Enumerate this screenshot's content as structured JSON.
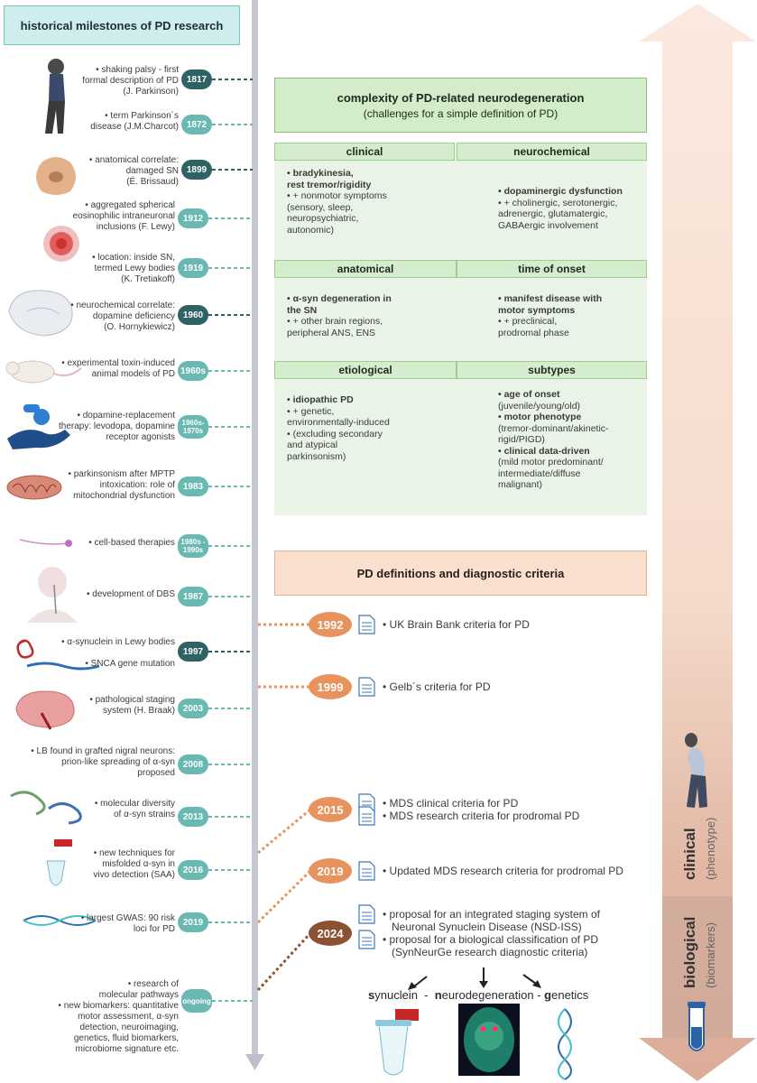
{
  "left_title": "historical milestones of PD research",
  "milestones": [
    {
      "year": "1817",
      "style": "dark",
      "lines": [
        "• shaking palsy - first",
        "formal description of PD",
        "(J. Parkinson)"
      ]
    },
    {
      "year": "1872",
      "style": "light",
      "lines": [
        "• term Parkinson´s",
        "disease (J.M.Charcot)"
      ]
    },
    {
      "year": "1899",
      "style": "dark",
      "lines": [
        "• anatomical correlate:",
        "damaged SN",
        "(É. Brissaud)"
      ]
    },
    {
      "year": "1912",
      "style": "light",
      "lines": [
        "• aggregated spherical",
        "eosinophilic intraneuronal",
        "inclusions (F. Lewy)"
      ]
    },
    {
      "year": "1919",
      "style": "light",
      "lines": [
        "• location: inside SN,",
        "termed Lewy bodies",
        "(K. Tretiakoff)"
      ]
    },
    {
      "year": "1960",
      "style": "dark",
      "lines": [
        "• neurochemical correlate:",
        "dopamine deficiency",
        "(O. Hornykiewicz)"
      ]
    },
    {
      "year": "1960s",
      "style": "light",
      "lines": [
        "• experimental toxin-induced",
        "animal models of PD"
      ]
    },
    {
      "year": "1960s-1970s",
      "style": "light",
      "lines": [
        "• dopamine-replacement",
        "therapy: levodopa,  dopamine",
        "receptor agonists"
      ]
    },
    {
      "year": "1983",
      "style": "light",
      "lines": [
        "• parkinsonism after MPTP",
        "intoxication: role of",
        "mitochondrial dysfunction"
      ]
    },
    {
      "year": "1980s - 1990s",
      "style": "light",
      "lines": [
        "• cell-based therapies"
      ]
    },
    {
      "year": "1987",
      "style": "light",
      "lines": [
        "• development of DBS"
      ]
    },
    {
      "year": "1997",
      "style": "dark",
      "lines": [
        "• α-synuclein in Lewy bodies",
        "",
        "• SNCA gene mutation"
      ]
    },
    {
      "year": "2003",
      "style": "light",
      "lines": [
        "• pathological staging",
        "system (H. Braak)"
      ]
    },
    {
      "year": "2008",
      "style": "light",
      "lines": [
        "• LB found in grafted nigral neurons:",
        "prion-like spreading of  α-syn",
        "proposed"
      ]
    },
    {
      "year": "2013",
      "style": "light",
      "lines": [
        "• molecular diversity",
        "of α-syn strains"
      ]
    },
    {
      "year": "2016",
      "style": "light",
      "lines": [
        "• new techniques for",
        "misfolded α-syn in",
        "vivo detection (SAA)"
      ]
    },
    {
      "year": "2019",
      "style": "light",
      "lines": [
        "• largest GWAS: 90 risk",
        "loci for PD"
      ]
    },
    {
      "year": "ongoing",
      "style": "light",
      "lines": [
        "• research of",
        "molecular pathways",
        "• new biomarkers: quantitative",
        "motor assessment, α-syn",
        "detection, neuroimaging,",
        "genetics, fluid biomarkers,",
        "microbiome signature etc."
      ]
    }
  ],
  "complexity": {
    "title": "complexity of PD-related neurodegeneration",
    "subtitle": "(challenges for a simple definition of PD)",
    "categories": [
      {
        "name": "clinical",
        "bold": [
          "• bradykinesia,",
          "rest tremor/rigidity"
        ],
        "normal": [
          "• + nonmotor symptoms",
          "(sensory, sleep,",
          "neuropsychiatric,",
          "autonomic)"
        ]
      },
      {
        "name": "neurochemical",
        "bold": [
          "• dopaminergic dysfunction"
        ],
        "normal": [
          "• + cholinergic, serotonergic,",
          "adrenergic, glutamatergic,",
          "GABAergic involvement"
        ]
      },
      {
        "name": "anatomical",
        "bold": [
          "• α-syn degeneration in",
          "the SN"
        ],
        "normal": [
          "• + other brain regions,",
          "peripheral ANS, ENS"
        ]
      },
      {
        "name": "time of onset",
        "bold": [
          "• manifest disease with",
          "motor symptoms"
        ],
        "normal": [
          "• + preclinical,",
          "prodromal phase"
        ]
      },
      {
        "name": "etiological",
        "bold": [
          "• idiopathic PD"
        ],
        "normal": [
          "• + genetic,",
          "environmentally-induced",
          "• (excluding secondary",
          "and atypical",
          "parkinsonism)"
        ]
      },
      {
        "name": "subtypes",
        "bold": [],
        "normal": []
      }
    ],
    "subtypes_lines": [
      {
        "b": "• age of onset",
        "n": [
          "(juvenile/young/old)"
        ]
      },
      {
        "b": "• motor phenotype",
        "n": [
          "(tremor-dominant/akinetic-",
          "rigid/PIGD)"
        ]
      },
      {
        "b": "• clinical data-driven",
        "n": [
          "(mild motor predominant/",
          "intermediate/diffuse",
          "malignant)"
        ]
      }
    ]
  },
  "definitions": {
    "title": "PD definitions and diagnostic criteria",
    "items": [
      {
        "year": "1992",
        "color": "#e8935d",
        "texts": [
          "• UK Brain Bank criteria for PD"
        ]
      },
      {
        "year": "1999",
        "color": "#e8935d",
        "texts": [
          "• Gelb´s criteria for PD"
        ]
      },
      {
        "year": "2015",
        "color": "#e8935d",
        "texts": [
          "• MDS clinical criteria for PD",
          "• MDS research criteria for prodromal PD"
        ]
      },
      {
        "year": "2019",
        "color": "#e8935d",
        "texts": [
          "• Updated MDS research criteria for prodromal PD"
        ]
      },
      {
        "year": "2024",
        "color": "#8a5233",
        "texts": [
          "• proposal for an integrated staging system of",
          "Neuronal Synuclein Disease (NSD-ISS)",
          "• proposal for a biological classification of PD",
          "(SynNeurGe research diagnostic criteria)"
        ]
      }
    ],
    "synneurge": {
      "s": "s",
      "s_rest": "ynuclein",
      "dash1": "  -  ",
      "n": "n",
      "n_rest": "eurodegeneration",
      "dash2": " - ",
      "g": "g",
      "g_rest": "enetics"
    }
  },
  "right_arrow": {
    "clinical": "clinical",
    "clinical_sub": "(phenotype)",
    "biological": "biological",
    "biological_sub": "(biomarkers)"
  },
  "colors": {
    "teal_dark": "#2f6265",
    "teal_light": "#69b8b1",
    "green_header": "#d3ecca",
    "orange_header": "#f8dfce",
    "orange_oval": "#e8935d",
    "brown_oval": "#8a5233",
    "axis": "#c8c8d4"
  }
}
